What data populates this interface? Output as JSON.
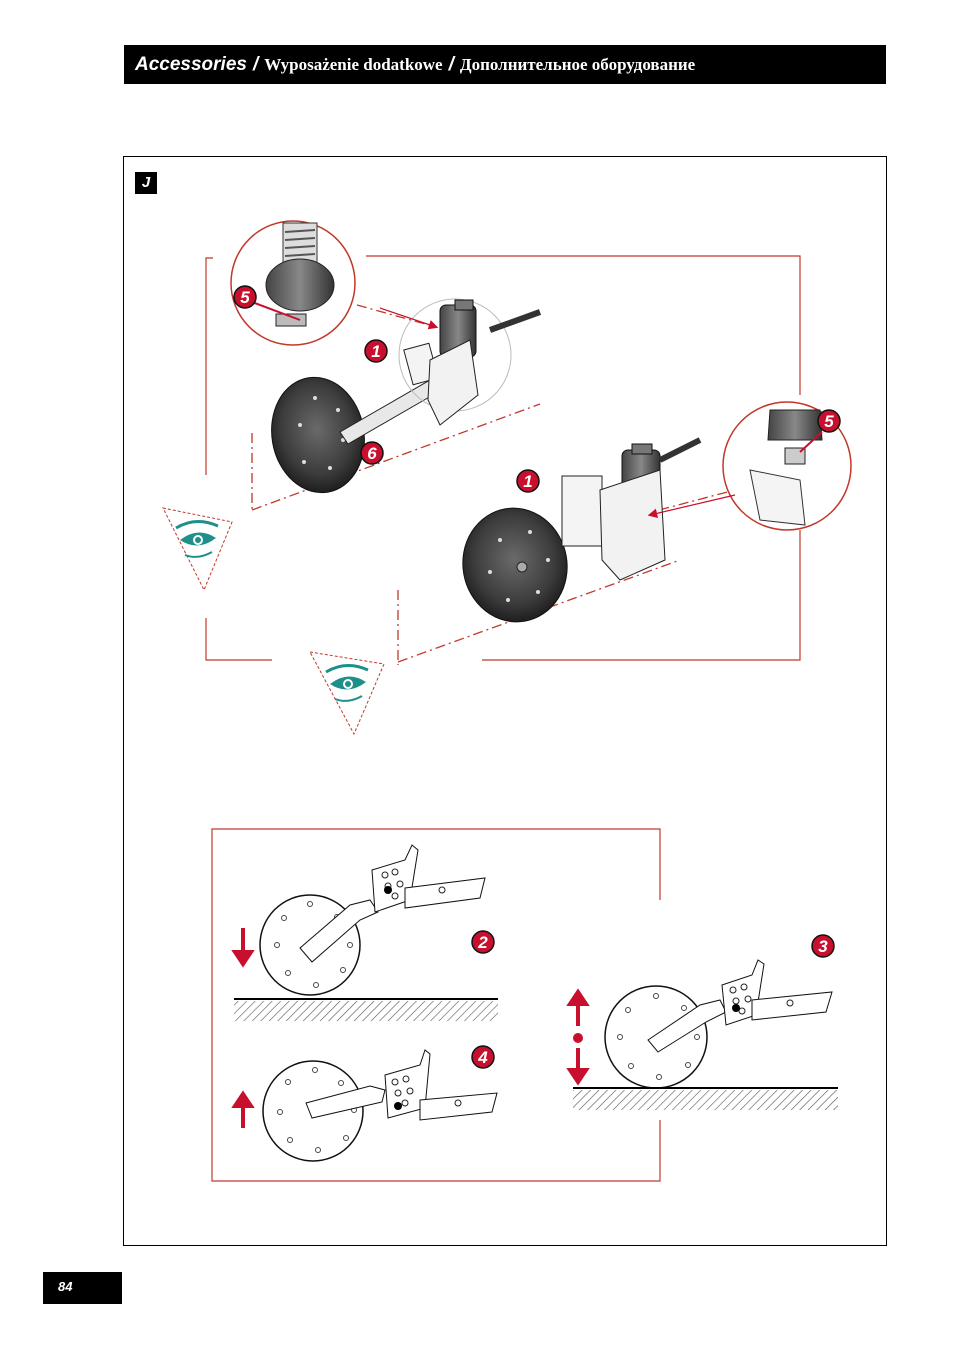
{
  "header": {
    "title_en": "Accessories",
    "separator": "/",
    "title_pl": "Wyposażenie dodatkowe",
    "title_ru": "Дополнительное оборудование"
  },
  "section": {
    "letter": "J"
  },
  "page": {
    "number": "84"
  },
  "callouts": {
    "top_left_detail": "5",
    "wheel1_bolt": "1",
    "wheel1_axle": "6",
    "wheel2_bolt": "1",
    "right_detail": "5",
    "adjust_down": "2",
    "adjust_updown": "3",
    "adjust_up": "4"
  },
  "colors": {
    "header_bg": "#000000",
    "accent_red": "#c8102e",
    "frame_red": "#c0392b",
    "eye_teal": "#1f8f8a"
  },
  "icons": {
    "eye_icon_1": "eye-icon",
    "eye_icon_2": "eye-icon",
    "arrow_down": "arrow-down-icon",
    "arrow_up": "arrow-up-icon",
    "arrow_updown": "arrow-updown-icon"
  }
}
